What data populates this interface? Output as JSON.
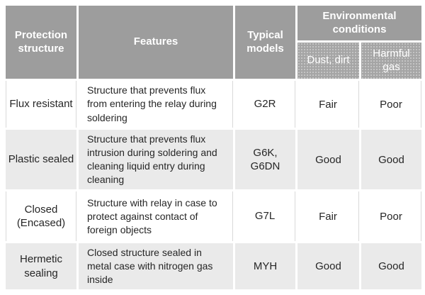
{
  "colors": {
    "header_bg": "#9d9d9d",
    "subheader_bg": "#a5a5a5",
    "row_bg": "#ffffff",
    "row_alt_bg": "#eaeaea",
    "header_text": "#ffffff",
    "body_text": "#262626",
    "divider": "#d9d9d9"
  },
  "table": {
    "columns": [
      {
        "key": "structure",
        "label": "Protection structure"
      },
      {
        "key": "features",
        "label": "Features"
      },
      {
        "key": "models",
        "label": "Typical models"
      },
      {
        "key": "env",
        "label": "Environmental conditions",
        "children": [
          {
            "key": "dust_dirt",
            "label": "Dust, dirt"
          },
          {
            "key": "harmful_gas",
            "label": "Harmful gas"
          }
        ]
      }
    ],
    "rows": [
      {
        "structure": "Flux resistant",
        "features": "Structure that prevents flux from entering the relay during soldering",
        "models": "G2R",
        "dust_dirt": "Fair",
        "harmful_gas": "Poor"
      },
      {
        "structure": "Plastic sealed",
        "features": "Structure that prevents flux intrusion during soldering and cleaning liquid entry during cleaning",
        "models": [
          "G6K,",
          "G6DN"
        ],
        "dust_dirt": "Good",
        "harmful_gas": "Good"
      },
      {
        "structure": "Closed (Encased)",
        "features": "Structure with relay in case to protect against contact of foreign objects",
        "models": "G7L",
        "dust_dirt": "Fair",
        "harmful_gas": "Poor"
      },
      {
        "structure": "Hermetic sealing",
        "features": "Closed structure sealed in metal case with nitrogen gas inside",
        "models": "MYH",
        "dust_dirt": "Good",
        "harmful_gas": "Good"
      }
    ]
  }
}
